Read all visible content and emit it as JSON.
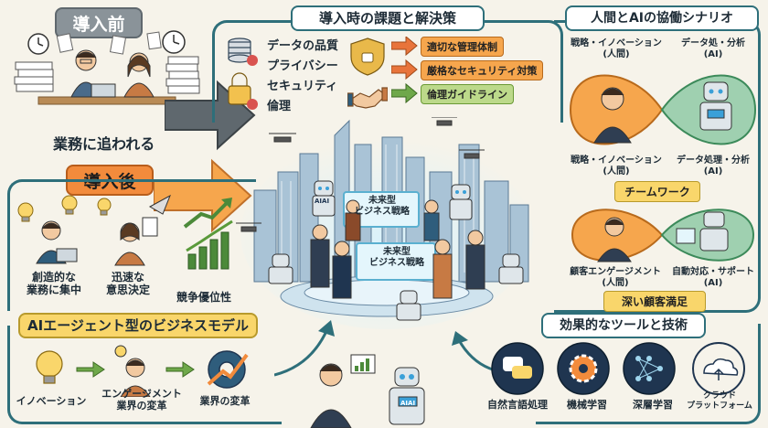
{
  "before": {
    "title": "導入前",
    "caption": "業務に追われる"
  },
  "after": {
    "title": "導入後",
    "item1": "創造的な\n業務に集中",
    "item2": "迅速な\n意思決定",
    "item3": "競争優位性"
  },
  "challenges": {
    "title": "導入時の課題と解決策",
    "issues": [
      "データの品質",
      "プライバシー",
      "セキュリティ",
      "倫理"
    ],
    "solutions": [
      "適切な管理体制",
      "厳格なセキュリティ対策",
      "倫理ガイドライン"
    ]
  },
  "center": {
    "board1": "未来型\nビジネス戦略",
    "board2": "未来型\nビジネス戦略",
    "robot_badge": "AIAI"
  },
  "collab": {
    "title": "人間とAIの協働シナリオ",
    "top_left": "戦略・イノベーション\n(人間)",
    "top_right": "データ処・分析\n(AI)",
    "mid_left": "戦略・イノベーション\n(人間)",
    "mid_right": "データ処理・分析\n(AI)",
    "teamwork": "チームワーク",
    "low_left": "顧客エンゲージメント\n(人間)",
    "low_right": "自動対応・サポート\n(AI)",
    "deep": "深い顧客満足"
  },
  "business": {
    "title": "AIエージェント型のビジネスモデル",
    "step1": "イノベーション",
    "step2": "エンゲージメント\n業界の変革",
    "step3": "業界の変革",
    "robot_badge": "AIAI"
  },
  "tools": {
    "title": "効果的なツールと技術",
    "items": [
      "自然言語処理",
      "機械学習",
      "深層学習",
      "クラウド\nプラットフォーム"
    ]
  },
  "colors": {
    "teal": "#2e6f7a",
    "orange": "#f6a64d",
    "green": "#bcd98a",
    "yellow": "#f9d66b",
    "navy": "#1f3550"
  }
}
